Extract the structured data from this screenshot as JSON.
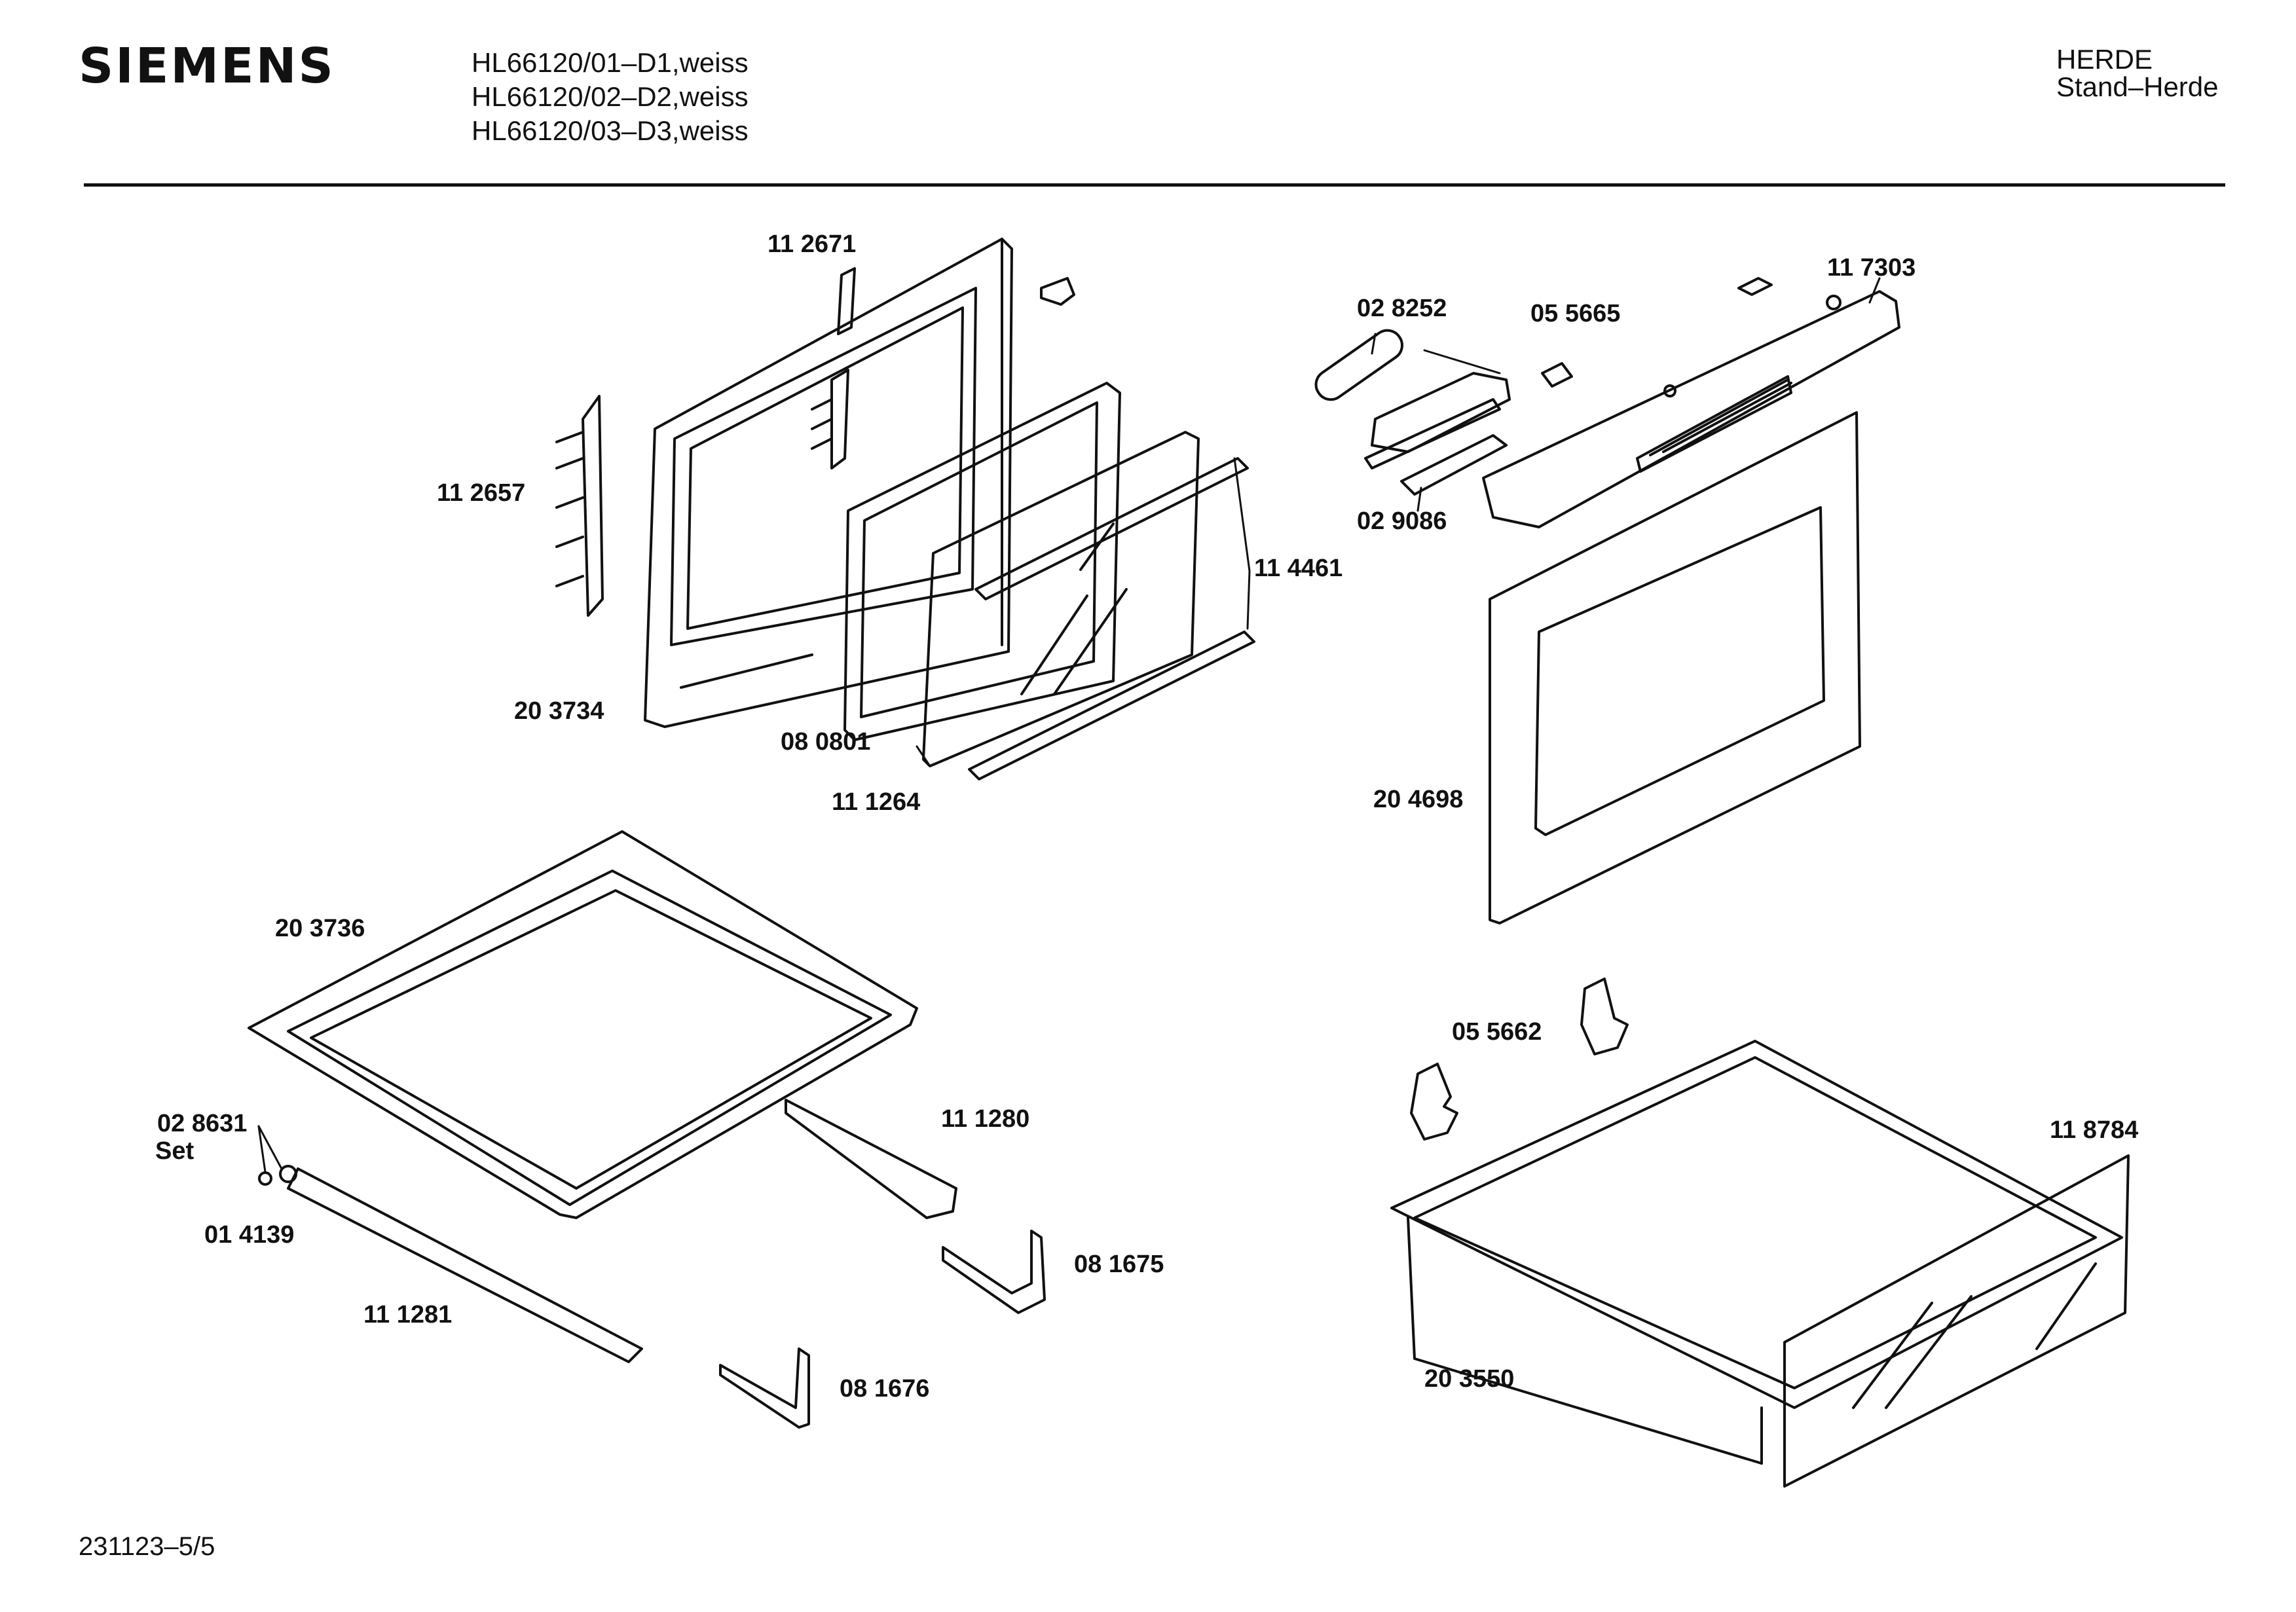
{
  "header": {
    "brand": "SIEMENS",
    "models": [
      "HL66120/01–D1,weiss",
      "HL66120/02–D2,weiss",
      "HL66120/03–D3,weiss"
    ],
    "category": "HERDE",
    "subcategory": "Stand–Herde"
  },
  "footer": {
    "doc_number": "231123–5/5"
  },
  "parts": {
    "p112671": "11 2671",
    "p112657": "11 2657",
    "p203734": "20 3734",
    "p080801": "08 0801",
    "p111264": "11 1264",
    "p114461": "11 4461",
    "p028252": "02 8252",
    "p055665": "05 5665",
    "p117303": "11 7303",
    "p029086": "02 9086",
    "p204698": "20 4698",
    "p203736": "20 3736",
    "p111280": "11 1280",
    "p028631": "02 8631",
    "p028631_set": "Set",
    "p014139": "01 4139",
    "p111281": "11 1281",
    "p081675": "08 1675",
    "p081676": "08 1676",
    "p055662": "05 5662",
    "p118784": "11 8784",
    "p203550": "20 3550"
  }
}
